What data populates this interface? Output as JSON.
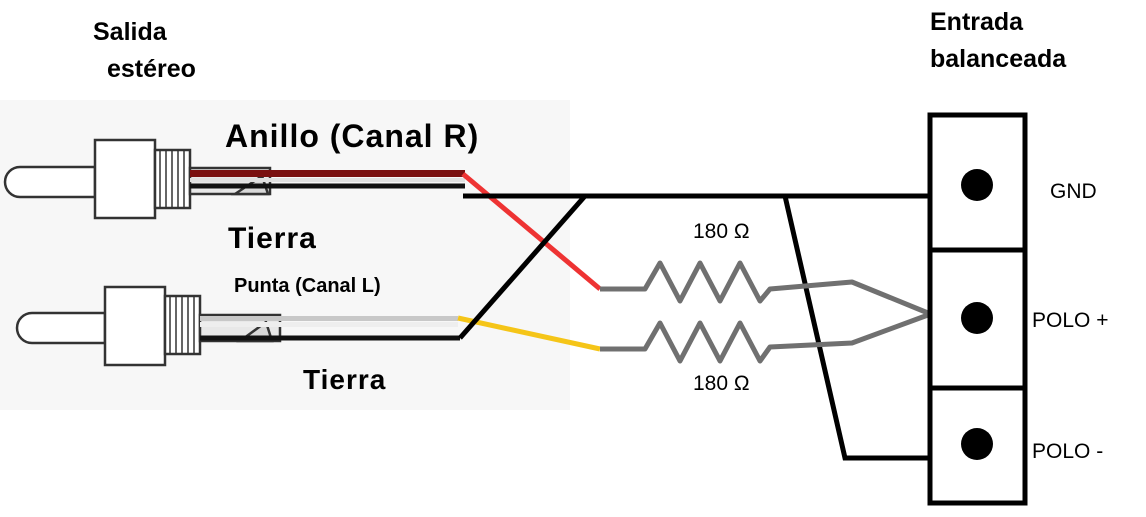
{
  "left_header": {
    "line1": "Salida",
    "line2": "estéreo"
  },
  "right_header": {
    "line1": "Entrada",
    "line2": "balanceada"
  },
  "plug_top": {
    "ring_label": "Anillo (Canal R)",
    "ground_label": "Tierra"
  },
  "plug_bottom": {
    "tip_label": "Punta (Canal L)",
    "ground_label": "Tierra"
  },
  "resistors": {
    "top_value": "180 Ω",
    "bottom_value": "180 Ω"
  },
  "terminals": {
    "gnd": "GND",
    "pos": "POLO +",
    "neg": "POLO -"
  },
  "colors": {
    "ring_wire": "#ee3333",
    "tip_wire": "#f5c518",
    "ground_wire": "#000000",
    "resistor": "#707070",
    "plug_ring": "#7a1010"
  }
}
